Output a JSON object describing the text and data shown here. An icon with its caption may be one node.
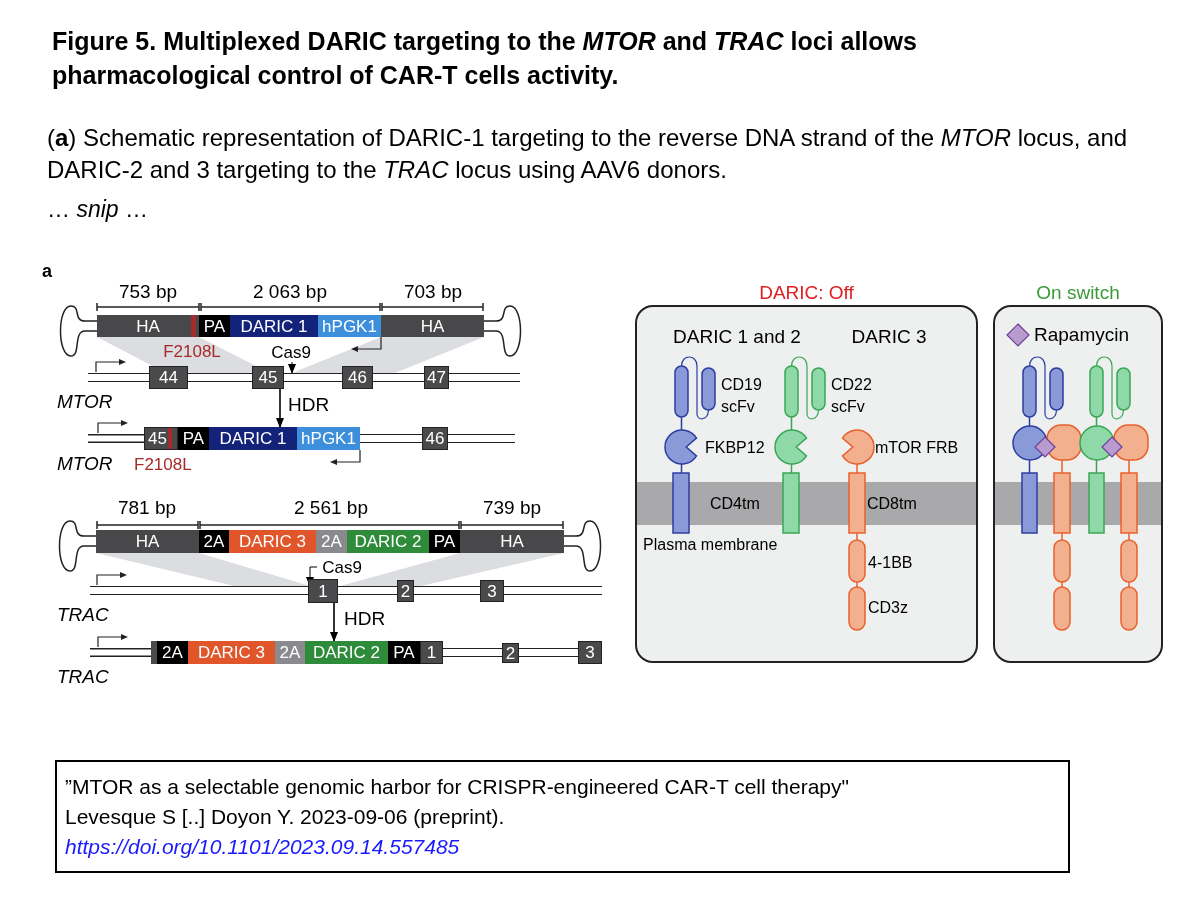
{
  "diagram": {
    "title": "Figure 5. Multiplexed DARIC targeting to the *MTOR* and *TRAC* loci allows pharmacological control of CAR-T cells activity.",
    "caption": "(**a**) Schematic representation of DARIC-1 targeting to the reverse DNA strand of the *MTOR* locus, and DARIC-2 and 3 targeting to the *TRAC* locus using AAV6 donors.",
    "nodes": [
      {
        "text": [
          "HA"
        ]
      },
      {
        "text": [
          "PA"
        ]
      },
      {
        "text": [
          "DARIC 1"
        ]
      },
      {
        "text": [
          "hPGK1"
        ]
      },
      {
        "text": [
          "HA"
        ]
      },
      {
        "text": [
          "Cas9"
        ]
      },
      {
        "text": [
          "44"
        ]
      },
      {
        "text": [
          "45"
        ]
      },
      {
        "text": [
          "46"
        ]
      },
      {
        "text": [
          "47"
        ]
      },
      {
        "text": [
          "45"
        ]
      },
      {
        "text": [
          "PA"
        ]
      },
      {
        "text": [
          "DARIC 1"
        ]
      },
      {
        "text": [
          "hPGK1"
        ]
      },
      {
        "text": [
          "46"
        ]
      },
      {
        "text": [
          "HA"
        ]
      },
      {
        "text": [
          "2A"
        ]
      },
      {
        "text": [
          "DARIC 3"
        ]
      },
      {
        "text": [
          "2A"
        ]
      },
      {
        "text": [
          "DARIC 2"
        ]
      },
      {
        "text": [
          "PA"
        ]
      },
      {
        "text": [
          "HA"
        ]
      },
      {
        "text": [
          "Cas9"
        ]
      },
      {
        "text": [
          "1"
        ]
      },
      {
        "text": [
          "2"
        ]
      },
      {
        "text": [
          "3"
        ]
      },
      {
        "text": [
          "2A"
        ]
      },
      {
        "text": [
          "DARIC 3"
        ]
      },
      {
        "text": [
          "2A"
        ]
      },
      {
        "text": [
          "DARIC 2"
        ]
      },
      {
        "text": [
          "PA"
        ]
      },
      {
        "text": [
          "1"
        ]
      },
      {
        "text": [
          "2"
        ]
      },
      {
        "text": [
          "3"
        ]
      },
      {
        "text": [
          "DARIC: Off",
          "DARIC 1 and 2",
          "DARIC 3"
        ]
      },
      {
        "text": [
          "On switch"
        ]
      },
      {
        "text": [
          "”MTOR as a selectable genomic harbor for CRISPR-engineered CAR-T cell therapy\"",
          "Levesque S [..] Doyon Y. 2023-09-06 (preprint).",
          "https://doi.org/10.1101/2023.09.14.557485"
        ]
      },
      {
        "text": [],
        "shape": "bar"
      },
      {
        "text": [],
        "shape": "bar"
      },
      {
        "text": [],
        "shape": "bar"
      },
      {
        "text": [],
        "shape": "bar"
      },
      {
        "text": [
          "CD4tm",
          "CD8tm",
          "Plasma membrane"
        ],
        "in": 34
      },
      {
        "text": [],
        "shape": "band",
        "in": 35
      }
    ],
    "edges": [
      {
        "from": 5,
        "to": 37,
        "arrow": "to"
      },
      {
        "from": 7,
        "to": 12,
        "arrow": "to",
        "label": "HDR"
      },
      {
        "from": 22,
        "to": 39,
        "arrow": "to"
      },
      {
        "from": 23,
        "to": 29,
        "arrow": "to",
        "label": "HDR"
      }
    ],
    "labels": [
      "… *snip* …",
      "a",
      "753 bp",
      "2 063 bp",
      "703 bp",
      "F2108L",
      "MTOR",
      "MTOR",
      "F2108L",
      "781 bp",
      "2 561 bp",
      "739 bp",
      "TRAC",
      "TRAC",
      "CD19 scFv",
      "CD22 scFv",
      "FKBP12",
      "mTOR FRB",
      "4-1BB",
      "CD3z"
    ],
    "legend": [
      {
        "text": "Rapamycin"
      }
    ]
  }
}
